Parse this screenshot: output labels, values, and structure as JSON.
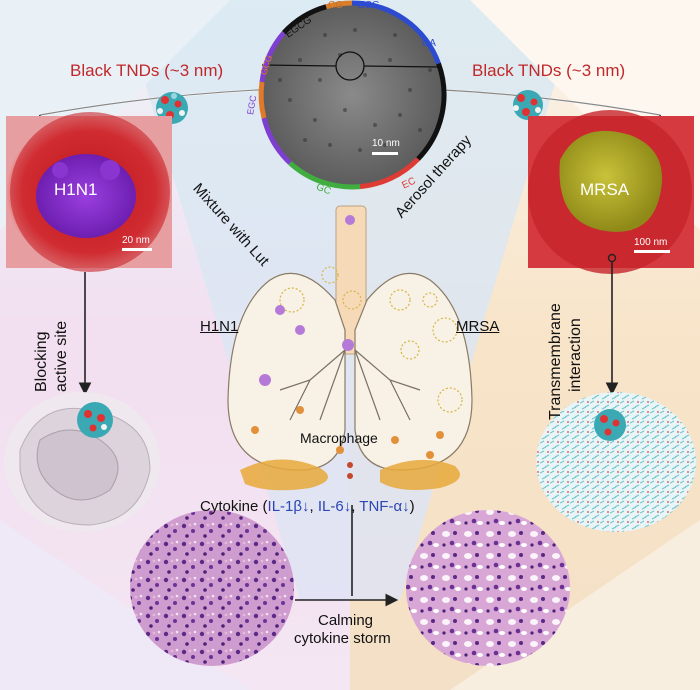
{
  "top_left_label": "Black TNDs (~3 nm)",
  "top_right_label": "Black TNDs (~3 nm)",
  "ring_labels": {
    "egcg": "EGCG",
    "cg": "CG",
    "ecg": "ECG",
    "ca": "CA",
    "ggc": "GCG",
    "egc": "EGC",
    "gc": "GC",
    "ec": "EC"
  },
  "tem_scale": "10 nm",
  "h1n1_image": {
    "label": "H1N1",
    "scale": "20 nm"
  },
  "mrsa_image": {
    "label": "MRSA",
    "scale": "100 nm"
  },
  "left_arrow_text": "Mixture with Lut",
  "right_arrow_text": "Aerosol therapy",
  "left_side_text": [
    "Blocking",
    "active site"
  ],
  "right_side_text": [
    "Transmembrane",
    "interaction"
  ],
  "lung_labels": {
    "h1n1": "H1N1",
    "mrsa": "MRSA",
    "macrophage": "Macrophage"
  },
  "cytokine": {
    "prefix": "Cytokine (",
    "il1": "IL-1β↓",
    "sep1": ", ",
    "il6": "IL-6↓",
    "sep2": ", ",
    "tnf": "TNF-α↓",
    "suffix": ")"
  },
  "bottom_label": [
    "Calming",
    "cytokine storm"
  ],
  "colors": {
    "accent_red": "#c0282a",
    "h1n1_purple": "#8a2bd6",
    "mrsa_yellow": "#b7b01a",
    "cytokine_blue": "#2b46b5"
  }
}
